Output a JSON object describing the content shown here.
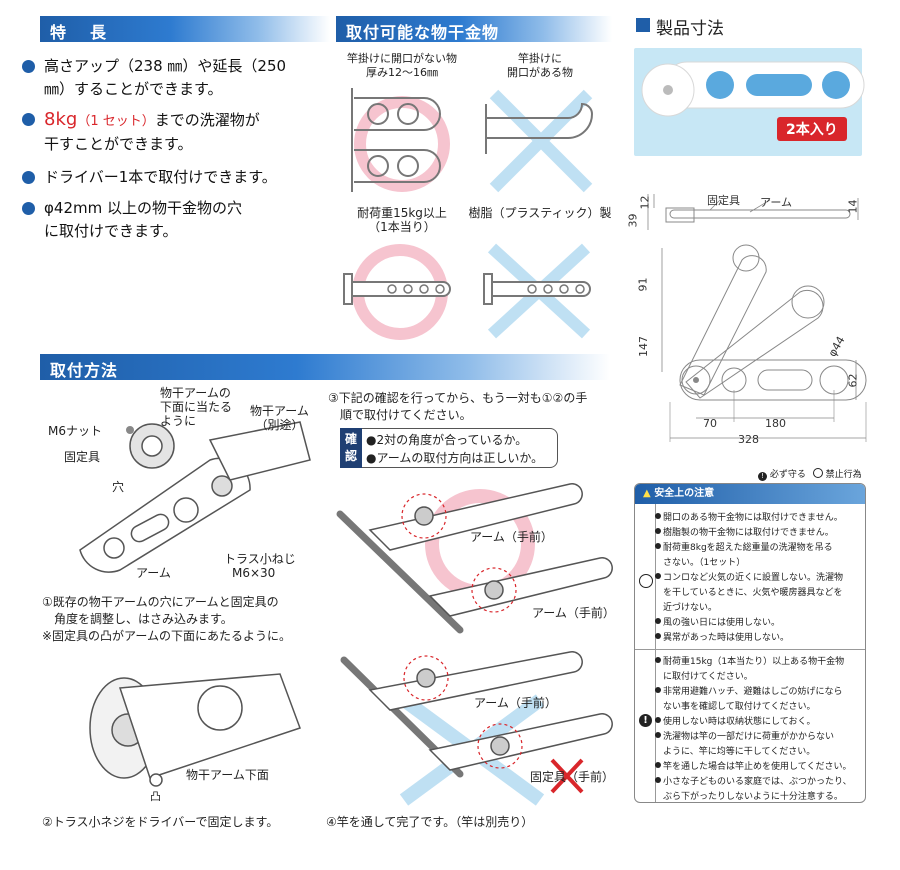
{
  "sections": {
    "features_title": "特　長",
    "compatible_title": "取付可能な物干金物",
    "dimensions_title": "製品寸法",
    "install_title": "取付方法"
  },
  "features": {
    "f1_line1": "高さアップ（238 ㎜）や延長（250",
    "f1_line2": "㎜）することができます。",
    "f2_weight": "8kg",
    "f2_set": "（1 セット）",
    "f2_line1_rest": "までの洗濯物が",
    "f2_line2": "干すことができます。",
    "f3": "ドライバー1本で取付けできます。",
    "f4_line1": "φ42mm 以上の物干金物の穴",
    "f4_line2": "に取付けできます。"
  },
  "compatible": {
    "c1_line1": "竿掛けに開口がない物",
    "c1_line2": "厚み12～16㎜",
    "c2_line1": "竿掛けに",
    "c2_line2": "開口がある物",
    "c3_line1": "耐荷重15kg以上",
    "c3_line2": "（1本当り）",
    "c4": "樹脂（プラスティック）製"
  },
  "product": {
    "badge": "2本入り",
    "fixture_label": "固定具",
    "arm_label": "アーム",
    "dims": {
      "d12": "12",
      "d39": "39",
      "d14": "14",
      "d91": "91",
      "d147": "147",
      "d44": "φ44",
      "d62": "62",
      "d70": "70",
      "d180": "180",
      "d328": "328"
    }
  },
  "legend": {
    "must": "必ず守る",
    "prohibited": "禁止行為"
  },
  "safety": {
    "title": "安全上の注意",
    "prohibited_items": [
      "開口のある物干金物には取付けできません。",
      "樹脂製の物干金物には取付けできません。",
      "耐荷重8kgを超えた総重量の洗濯物を吊る",
      "さない。（1セット）",
      "コンロなど火気の近くに設置しない。洗濯物",
      "を干しているときに、火気や暖房器具などを",
      "近づけない。",
      "風の強い日には使用しない。",
      "異常があった時は使用しない。"
    ],
    "must_items": [
      "耐荷重15kg（1本当たり）以上ある物干金物",
      "に取付けてください。",
      "非常用避難ハッチ、避難はしごの妨げになら",
      "ない事を確認して取付けてください。",
      "使用しない時は収納状態にしておく。",
      "洗濯物は竿の一部だけに荷重がかからない",
      "ように、竿に均等に干してください。",
      "竿を通した場合は竿止めを使用してください。",
      "小さな子どものいる家庭では、ぶつかったり、",
      "ぶら下がったりしないように十分注意する。"
    ]
  },
  "install": {
    "nut": "M6ナット",
    "fixture": "固定具",
    "hole": "穴",
    "arm": "アーム",
    "arm_bottom_line1": "物干アームの",
    "arm_bottom_line2": "下面に当たる",
    "arm_bottom_line3": "ように",
    "arm_sep_line1": "物干アーム",
    "arm_sep_line2": "（別途）",
    "screw_line1": "トラス小ねじ",
    "screw_line2": "M6×30",
    "step1_line1": "①既存の物干アームの穴にアームと固定具の",
    "step1_line2": "　角度を調整し、はさみ込みます。",
    "step1_note": "※固定具の凸がアームの下面にあたるように。",
    "arm_bottom_face": "物干アーム下面",
    "step2": "②トラス小ネジをドライバーで固定します。",
    "step3_line1": "③下記の確認を行ってから、もう一対も①②の手",
    "step3_line2": "　順で取付けてください。",
    "confirm_tag1": "確",
    "confirm_tag2": "認",
    "check1": "●2対の角度が合っているか。",
    "check2": "●アームの取付方向は正しいか。",
    "arm_front": "アーム（手前）",
    "fixture_front": "固定具（手前）",
    "step4": "④竿を通して完了です。（竿は別売り）"
  },
  "colors": {
    "header_blue": "#1f5ea8",
    "accent_red": "#d9262b",
    "ok_pink": "#f6c4cf",
    "ng_blue": "#bfe0f3"
  }
}
